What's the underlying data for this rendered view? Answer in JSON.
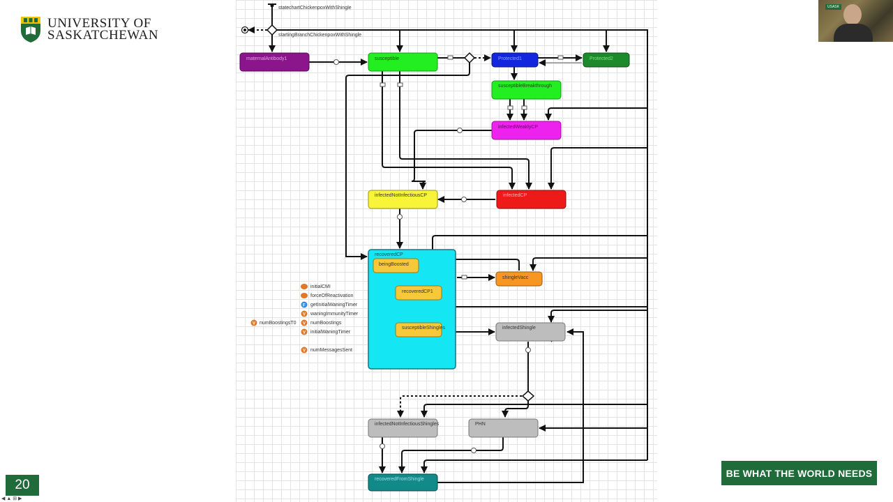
{
  "header": {
    "university_line1": "UNIVERSITY OF",
    "university_line2": "SASKATCHEWAN"
  },
  "diagram": {
    "statechart_label": "statechartChickenpoxWithShingle",
    "branch_label": "startingBranchChickenpoxWithShingle",
    "states": {
      "maternal": "maternalAntibody1",
      "susceptible": "susceptible",
      "protected1": "Protected1",
      "protected2": "Protected2",
      "susceptible_breakthrough": "susceptibleBreakthrough",
      "infected_weakly": "infectedWeaklyCP",
      "infected_not_infectious_cp": "infectedNotInfectiousCP",
      "infected_cp": "infectedCP",
      "recovered_cp": "recoveredCP",
      "being_boosted": "beingBoosted",
      "recovered_cp1": "recoveredCP1",
      "susceptible_shingles": "susceptibleShingles",
      "shingle_vacc": "shingleVacc",
      "infected_shingle": "infectedShingle",
      "infected_not_infectious_shingles": "infectedNotInfectiousShingles",
      "phn": "PHN",
      "recovered_from_shingle": "recoveredFromShingle"
    },
    "variables": [
      {
        "icon": "event-icon",
        "label": "initialCMI"
      },
      {
        "icon": "event-icon",
        "label": "forceOfReactivation"
      },
      {
        "icon": "function-icon",
        "label": "getInitialWaningTimer"
      },
      {
        "icon": "variable-icon",
        "label": "waningImmunityTimer"
      },
      {
        "icon": "variable-icon",
        "label": "numBoostingsT0"
      },
      {
        "icon": "variable-icon",
        "label": "numBoostings"
      },
      {
        "icon": "variable-icon",
        "label": "initialWaningTimer"
      },
      {
        "icon": "variable-icon",
        "label": "numMessagesSent"
      }
    ],
    "colors": {
      "maternal": "#8b168b",
      "susceptible": "#22ee22",
      "protected1": "#1226e0",
      "protected2": "#1c8a2a",
      "magenta": "#ee22ee",
      "yellow": "#f8f43a",
      "red": "#ee1a1a",
      "cyan": "#14e6f4",
      "gold": "#f7c93a",
      "orange": "#f79622",
      "gray": "#bdbdbd",
      "teal": "#138a8a"
    }
  },
  "footer": {
    "page_number": "20",
    "tagline": "BE WHAT THE WORLD NEEDS"
  },
  "webcam": {
    "badge": "USASK"
  }
}
